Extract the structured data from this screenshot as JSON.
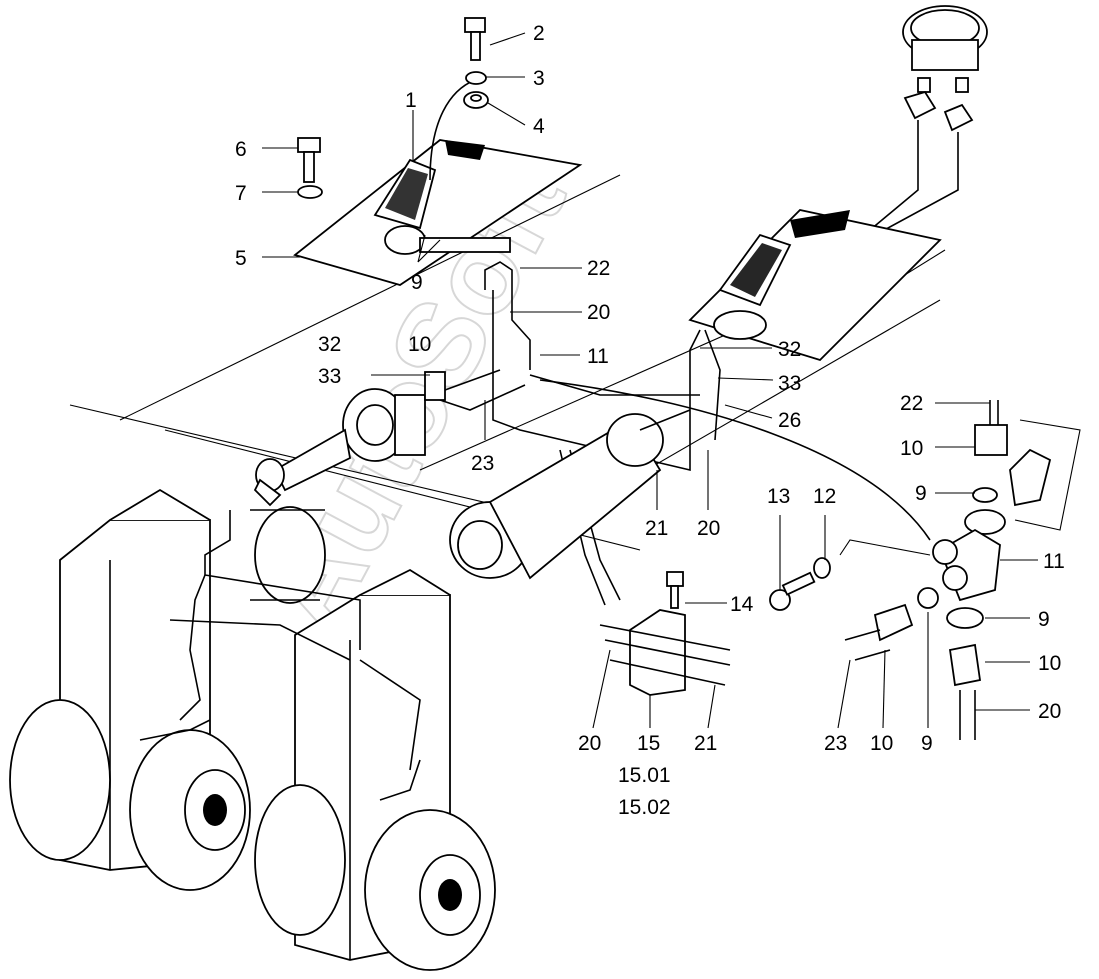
{
  "watermark": "AutoSoft",
  "labels": {
    "l1": "1",
    "l2": "2",
    "l3": "3",
    "l4": "4",
    "l5": "5",
    "l6": "6",
    "l7": "7",
    "l9a": "9",
    "l32a": "32",
    "l10a": "10",
    "l33a": "33",
    "l22a": "22",
    "l20a": "20",
    "l11a": "11",
    "l32b": "32",
    "l33b": "33",
    "l26": "26",
    "l23a": "23",
    "l21a": "21",
    "l20b": "20",
    "l22b": "22",
    "l10b": "10",
    "l9b": "9",
    "l11b": "11",
    "l9c": "9",
    "l10c": "10",
    "l20c": "20",
    "l13": "13",
    "l12": "12",
    "l14": "14",
    "l20d": "20",
    "l15": "15",
    "l21b": "21",
    "l1501": "15.01",
    "l1502": "15.02",
    "l23b": "23",
    "l10d": "10",
    "l9d": "9"
  }
}
